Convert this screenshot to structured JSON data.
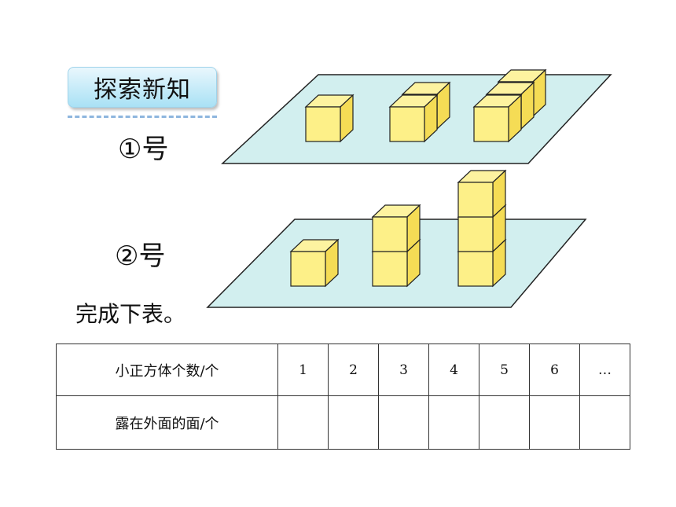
{
  "header": {
    "badge": "探索新知"
  },
  "labels": {
    "group1": "①号",
    "group2": "②号"
  },
  "instruction": "完成下表。",
  "table": {
    "row1_header": "小正方体个数/个",
    "row2_header": "露在外面的面/个",
    "counts": [
      "1",
      "2",
      "3",
      "4",
      "5",
      "6",
      "…"
    ],
    "faces": [
      "",
      "",
      "",
      "",
      "",
      "",
      ""
    ]
  },
  "colors": {
    "cube": "#fdf088",
    "cube_side": "#f5dc55",
    "plate": "#d2efef"
  }
}
